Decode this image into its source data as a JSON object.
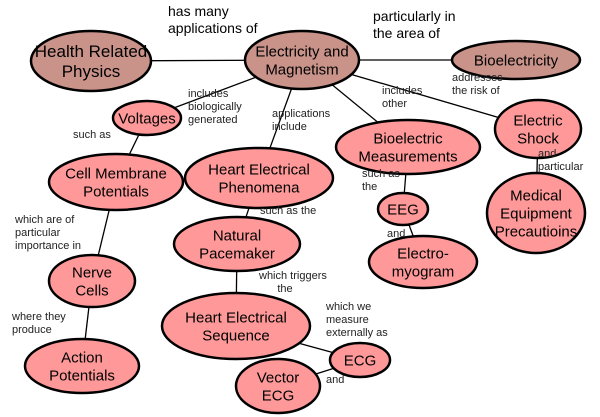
{
  "colors": {
    "root_node": "#c9938a",
    "node": "#ff9999",
    "stroke": "#000000"
  },
  "nodes": {
    "health": "Health Related\nPhysics",
    "em": "Electricity and\nMagnetism",
    "bio": "Bioelectricity",
    "voltages": "Voltages",
    "cellmem": "Cell Membrane\nPotentials",
    "heartph": "Heart Electrical\nPhenomena",
    "biomeas": "Bioelectric\nMeasurements",
    "shock": "Electric\nShock",
    "medical": "Medical\nEquipment\nPrecautioins",
    "eeg": "EEG",
    "emg": "Electro-\nmyogram",
    "pacemaker": "Natural\nPacemaker",
    "nerve": "Nerve\nCells",
    "hes": "Heart Electrical\nSequence",
    "action": "Action\nPotentials",
    "ecg": "ECG",
    "vector": "Vector\nECG"
  },
  "links": {
    "has_many": "has many\napplications of",
    "particularly": "particularly in\nthe area of",
    "includes_bio": "includes\nbiologically\ngenerated",
    "applications": "applications\ninclude",
    "includes_other": "includes\nother",
    "addresses": "addresses\nthe risk of",
    "such_as_1": "such as",
    "such_as_the_1": "such as the",
    "such_as_the_2": "such as\nthe",
    "and_particular": "and\nparticular",
    "which_are": "which are of\nparticular\nimportance in",
    "and_1": "and",
    "which_triggers": "which triggers\n      the",
    "where_they": "where they\nproduce",
    "which_we": "which we\nmeasure\nexternally as",
    "and_2": "and"
  }
}
